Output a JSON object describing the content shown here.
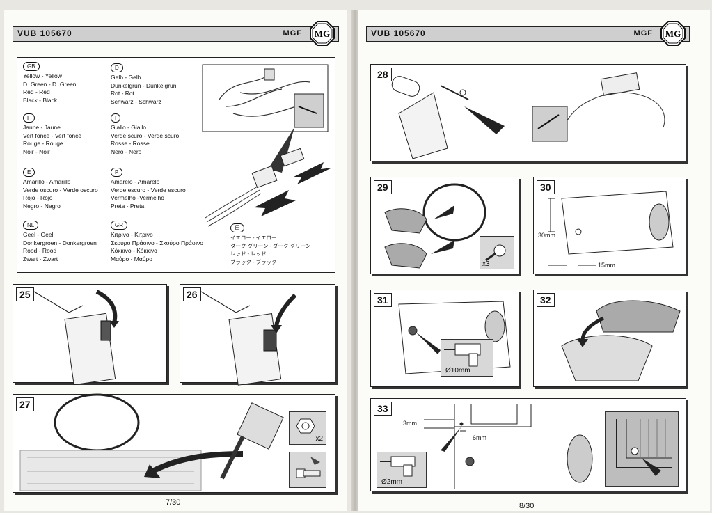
{
  "header": {
    "code": "VUB 105670",
    "brand": "MGF",
    "logo_text": "MG"
  },
  "colour_key": {
    "gb": {
      "tag": "GB",
      "lines": [
        "Yellow - Yellow",
        "D. Green - D. Green",
        "Red - Red",
        "Black - Black"
      ]
    },
    "d": {
      "tag": "D",
      "lines": [
        "Gelb - Gelb",
        "Dunkelgrün - Dunkelgrün",
        "Rot - Rot",
        "Schwarz - Schwarz"
      ]
    },
    "f": {
      "tag": "F",
      "lines": [
        "Jaune - Jaune",
        "Vert foncé - Vert foncé",
        "Rouge - Rouge",
        "Noir - Noir"
      ]
    },
    "i": {
      "tag": "I",
      "lines": [
        "Giallo - Giallo",
        "Verde scuro - Verde scuro",
        "Rosse - Rosse",
        "Nero - Nero"
      ]
    },
    "e": {
      "tag": "E",
      "lines": [
        "Amarillo - Amarillo",
        "Verde oscuro - Verde oscuro",
        "Rojo - Rojo",
        "Negro - Negro"
      ]
    },
    "p": {
      "tag": "P",
      "lines": [
        "Amarelo - Amarelo",
        "Verde escuro - Verde escuro",
        "Vermelho -Vermelho",
        "Preta - Preta"
      ]
    },
    "nl": {
      "tag": "NL",
      "lines": [
        "Geel - Geel",
        "Donkergroen - Donkergroen",
        "Rood - Rood",
        "Zwart - Zwart"
      ]
    },
    "gr": {
      "tag": "GR",
      "lines": [
        "Κιτρινο - Κιτρινο",
        "Σκούρο Πράσινο - Σκούρο Πράσινο",
        "Κόκκινο - Κόκκινο",
        "Μαύρο - Μαύρο"
      ]
    },
    "j": {
      "tag": "日",
      "lines": [
        "イエロー - イエロー",
        "ダーク グリーン - ダーク グリーン",
        "レッド - レッド",
        "ブラック - ブラック"
      ]
    }
  },
  "steps": {
    "s25": "25",
    "s26": "26",
    "s27": "27",
    "s28": "28",
    "s29": "29",
    "s30": "30",
    "s31": "31",
    "s32": "32",
    "s33": "33"
  },
  "labels": {
    "x2": "x2",
    "x3": "x3",
    "d30": "30mm",
    "d15": "15mm",
    "drill10": "Ø10mm",
    "d3": "3mm",
    "d6": "6mm",
    "drill2": "Ø2mm"
  },
  "pages": {
    "left": "7/30",
    "right": "8/30"
  }
}
